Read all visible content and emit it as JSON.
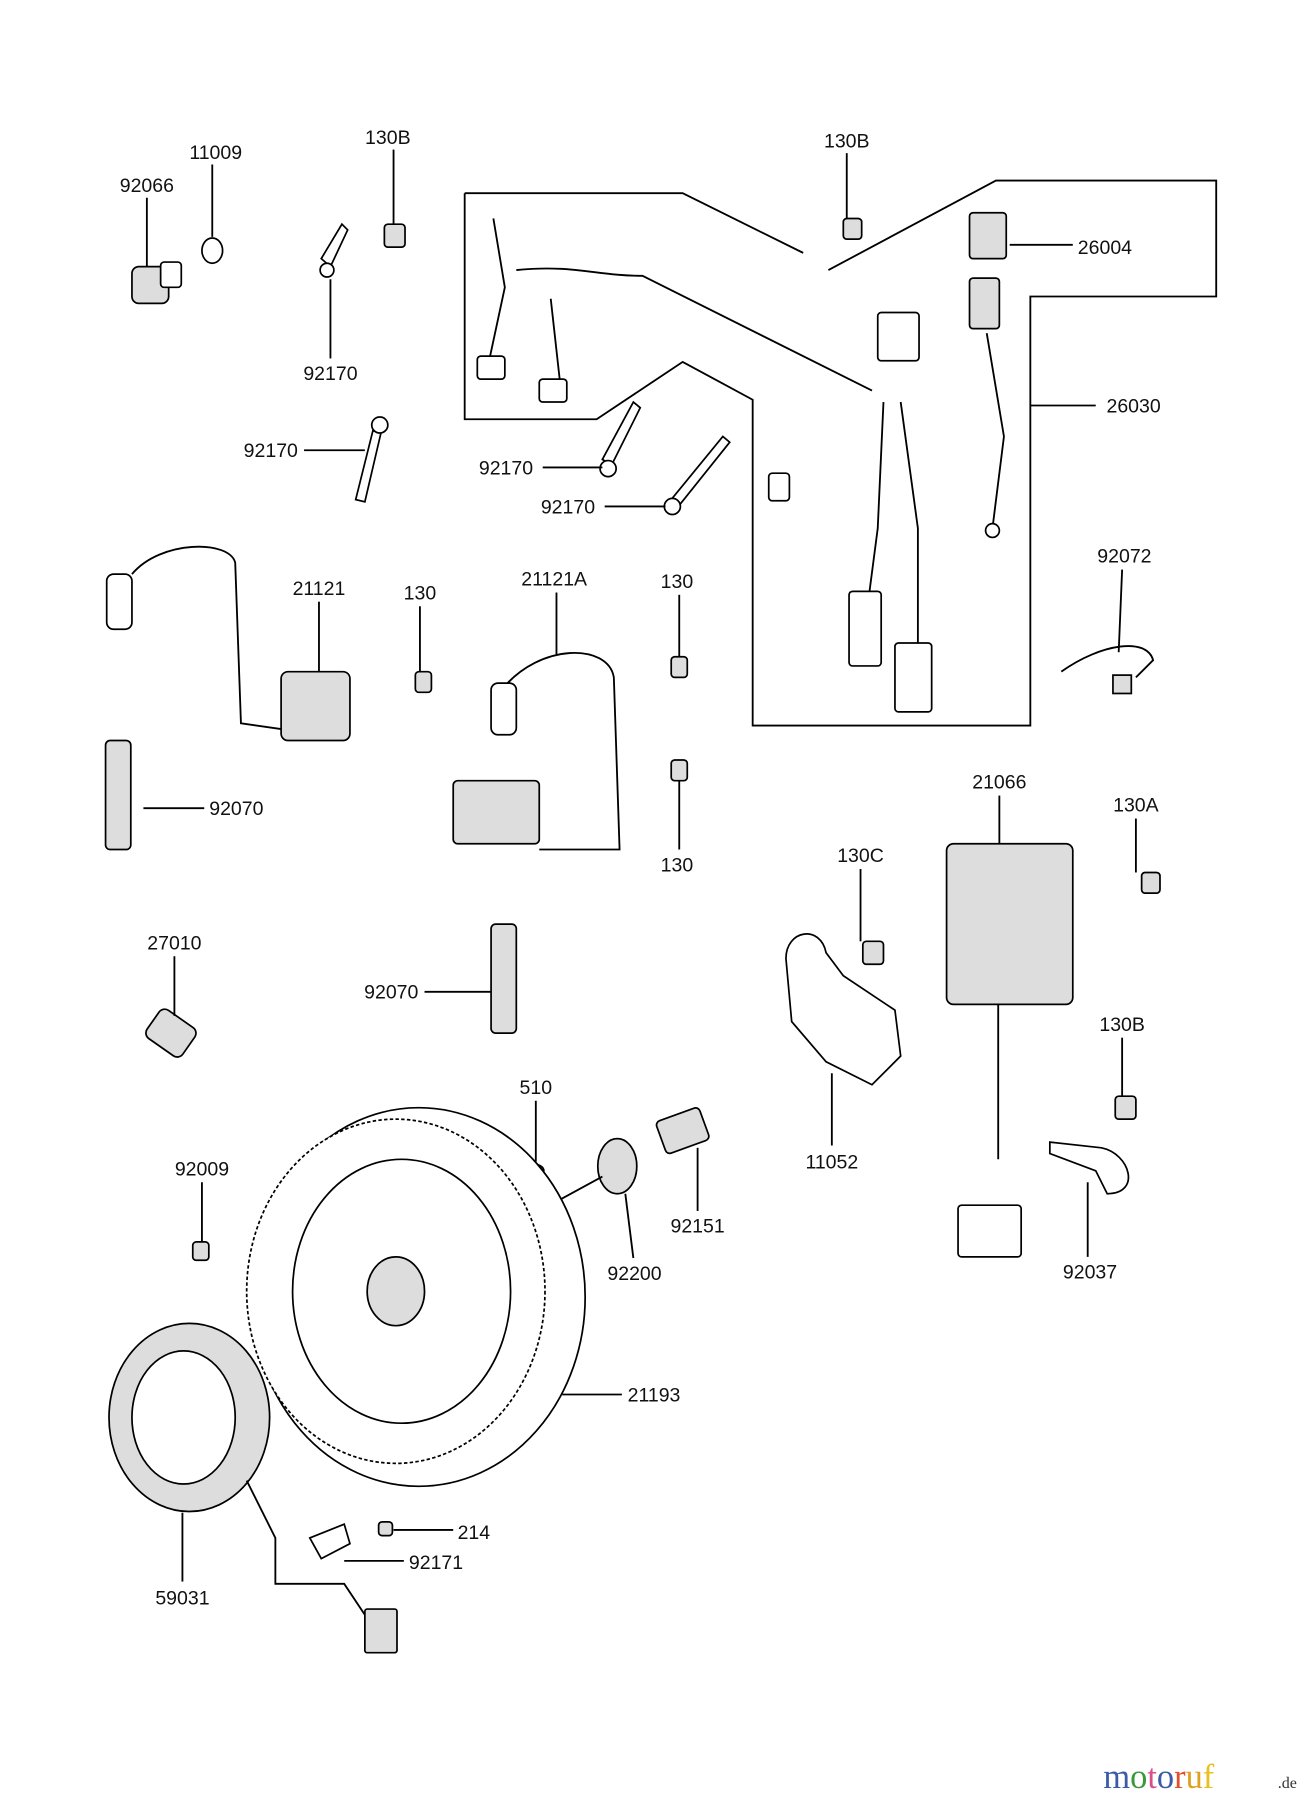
{
  "diagram": {
    "labels": {
      "p92066": "92066",
      "p11009": "11009",
      "p130B_a": "130B",
      "p92170_a": "92170",
      "p92170_b": "92170",
      "p130B_b": "130B",
      "p26004": "26004",
      "p26030": "26030",
      "p92170_c": "92170",
      "p92170_d": "92170",
      "p92072": "92072",
      "p21121": "21121",
      "p130_a": "130",
      "p21121A": "21121A",
      "p130_b": "130",
      "p92070_a": "92070",
      "p130_c": "130",
      "p21066": "21066",
      "p130A": "130A",
      "p130C": "130C",
      "p27010": "27010",
      "p92070_b": "92070",
      "p130B_c": "130B",
      "p510": "510",
      "p11052": "11052",
      "p92009": "92009",
      "p92151": "92151",
      "p92200": "92200",
      "p92037": "92037",
      "p21193": "21193",
      "p214": "214",
      "p92171": "92171",
      "p59031": "59031"
    }
  },
  "watermark": {
    "text": "motoruf",
    "suffix": ".de",
    "colors": [
      "#3b5ba9",
      "#3a9a3a",
      "#d94f8a",
      "#3b5ba9",
      "#e0502a",
      "#e0a020",
      "#e8c020"
    ]
  }
}
